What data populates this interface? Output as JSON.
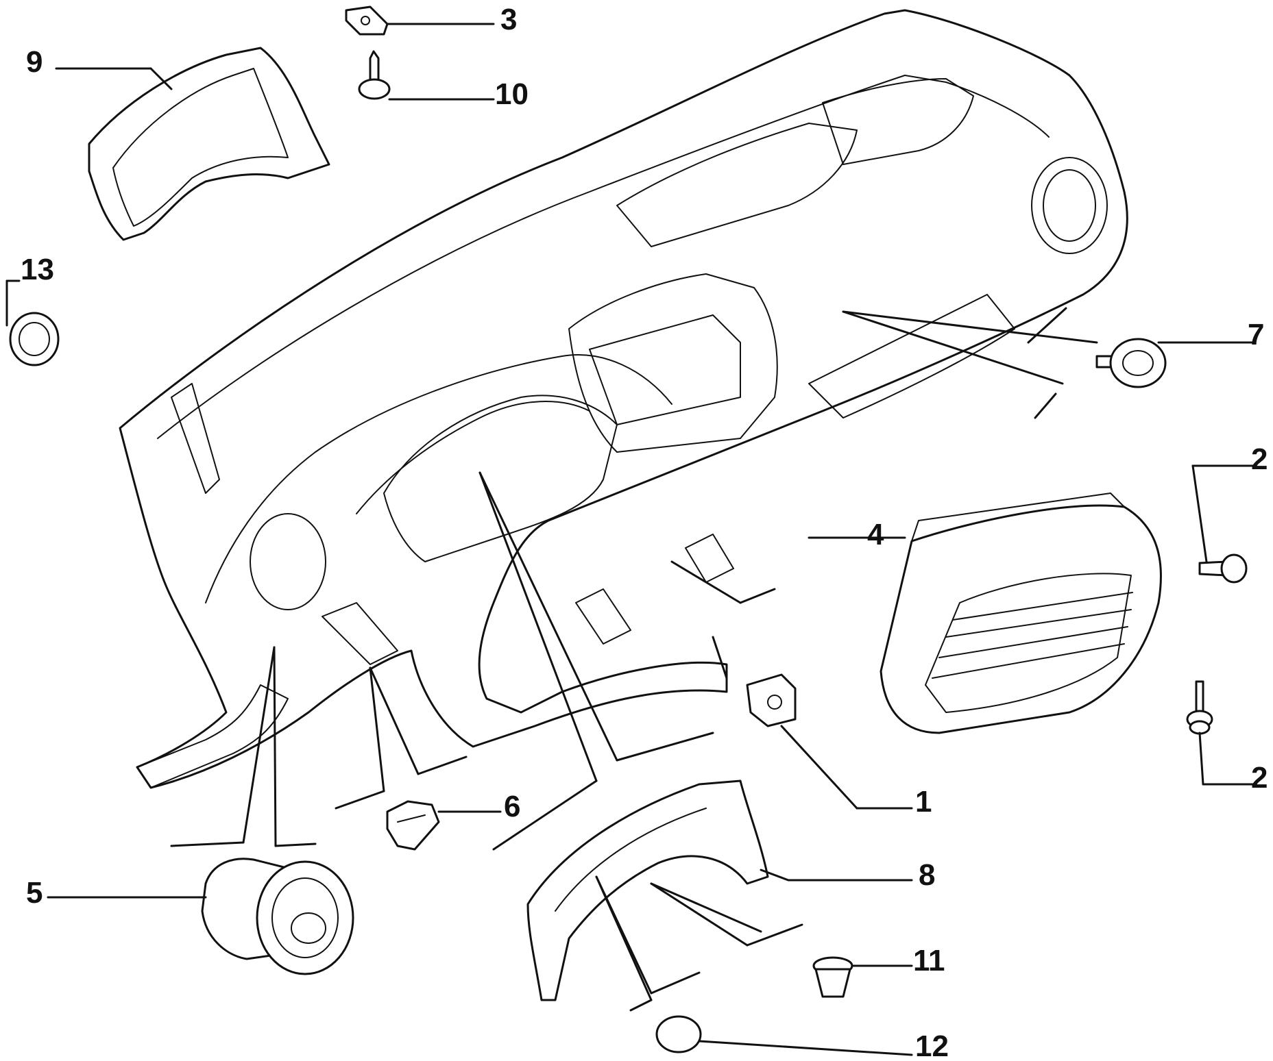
{
  "diagram": {
    "callouts": [
      {
        "id": "c1",
        "label": "1"
      },
      {
        "id": "c2a",
        "label": "2"
      },
      {
        "id": "c2b",
        "label": "2"
      },
      {
        "id": "c3",
        "label": "3"
      },
      {
        "id": "c4",
        "label": "4"
      },
      {
        "id": "c5",
        "label": "5"
      },
      {
        "id": "c6",
        "label": "6"
      },
      {
        "id": "c7",
        "label": "7"
      },
      {
        "id": "c8",
        "label": "8"
      },
      {
        "id": "c9",
        "label": "9"
      },
      {
        "id": "c10",
        "label": "10"
      },
      {
        "id": "c11",
        "label": "11"
      },
      {
        "id": "c12",
        "label": "12"
      },
      {
        "id": "c13",
        "label": "13"
      }
    ]
  }
}
